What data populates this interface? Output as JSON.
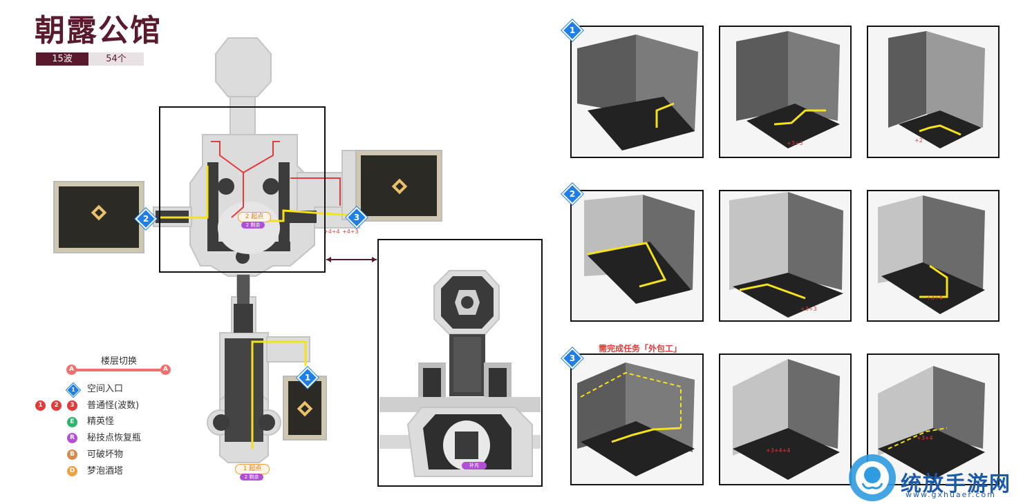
{
  "header": {
    "title": "朝露公馆",
    "waves_label": "15波",
    "count_label": "54个"
  },
  "map": {
    "start1_label": "1 起点",
    "start1_sub": "2 剩余",
    "start2_label": "2 起点",
    "start2_sub": "2 剩余",
    "supply_label": "补充",
    "markers": {
      "entry1": "1",
      "entry2": "2",
      "entry3": "3",
      "enemy_wave_a": "+4+4",
      "enemy_wave_b": "+4+3"
    }
  },
  "legend": {
    "title": "楼层切换",
    "switch_letter": "A",
    "items": [
      {
        "label": "空间入口",
        "glyph": "1",
        "kind": "space-entry"
      },
      {
        "label": "普通怪(波数)",
        "glyph": "3",
        "kind": "normal-enemy"
      },
      {
        "label": "精英怪",
        "glyph": "E",
        "kind": "elite"
      },
      {
        "label": "秘技点恢复瓶",
        "glyph": "R",
        "kind": "restore"
      },
      {
        "label": "可破坏物",
        "glyph": "B",
        "kind": "destructible"
      },
      {
        "label": "梦泡酒塔",
        "glyph": "D",
        "kind": "dream-tower"
      }
    ],
    "wave_glyphs": [
      "1",
      "2"
    ]
  },
  "panels": {
    "section1_label": "1",
    "section2_label": "2",
    "section3_label": "3",
    "task_note": "需完成任务「外包工」",
    "p1b_wave": "+3+3",
    "p1c_wave": "+2",
    "p2b_wave": "+3+3",
    "p2c_wave": "+3+4",
    "p3b_wave": "+3+4+4",
    "p3c_wave": "+3+4"
  },
  "colors": {
    "brand": "#5a1a2e",
    "entry_blue": "#1f7fe6",
    "enemy_red": "#e33a3a",
    "elite_green": "#2fb36a",
    "restore_purple": "#b24fd6",
    "destructible_orange": "#d98a4a",
    "dream_orange": "#f0a040",
    "path_yellow": "#f5e21a"
  },
  "watermark": {
    "name": "统放手游网",
    "url": "www.gxhuaer.com"
  }
}
